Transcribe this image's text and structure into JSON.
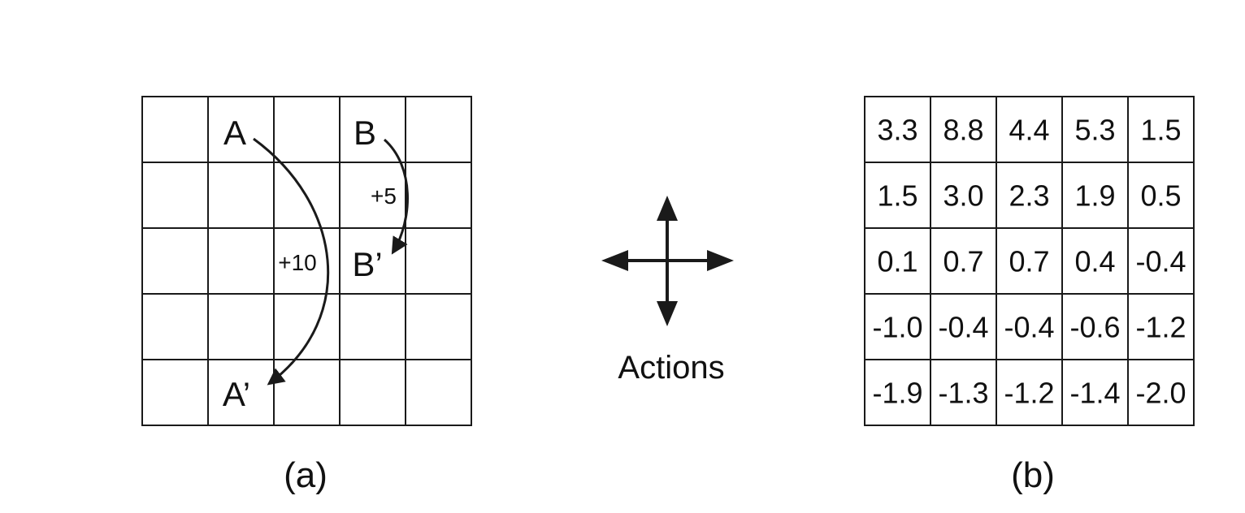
{
  "panel_a": {
    "caption": "(a)",
    "rows": 5,
    "cols": 5,
    "labels": {
      "A": "A",
      "A_prime": "A’",
      "B": "B",
      "B_prime": "B’"
    },
    "rewards": {
      "A_to_A_prime": "+10",
      "B_to_B_prime": "+5"
    },
    "positions": {
      "A": [
        0,
        1
      ],
      "A_prime": [
        4,
        1
      ],
      "B": [
        0,
        3
      ],
      "B_prime": [
        2,
        3
      ]
    }
  },
  "actions": {
    "label": "Actions",
    "directions": [
      "up",
      "down",
      "left",
      "right"
    ]
  },
  "panel_b": {
    "caption": "(b)",
    "values": [
      [
        "3.3",
        "8.8",
        "4.4",
        "5.3",
        "1.5"
      ],
      [
        "1.5",
        "3.0",
        "2.3",
        "1.9",
        "0.5"
      ],
      [
        "0.1",
        "0.7",
        "0.7",
        "0.4",
        "-0.4"
      ],
      [
        "-1.0",
        "-0.4",
        "-0.4",
        "-0.6",
        "-1.2"
      ],
      [
        "-1.9",
        "-1.3",
        "-1.2",
        "-1.4",
        "-2.0"
      ]
    ]
  },
  "colors": {
    "line": "#1a1a1a",
    "background": "#ffffff"
  }
}
